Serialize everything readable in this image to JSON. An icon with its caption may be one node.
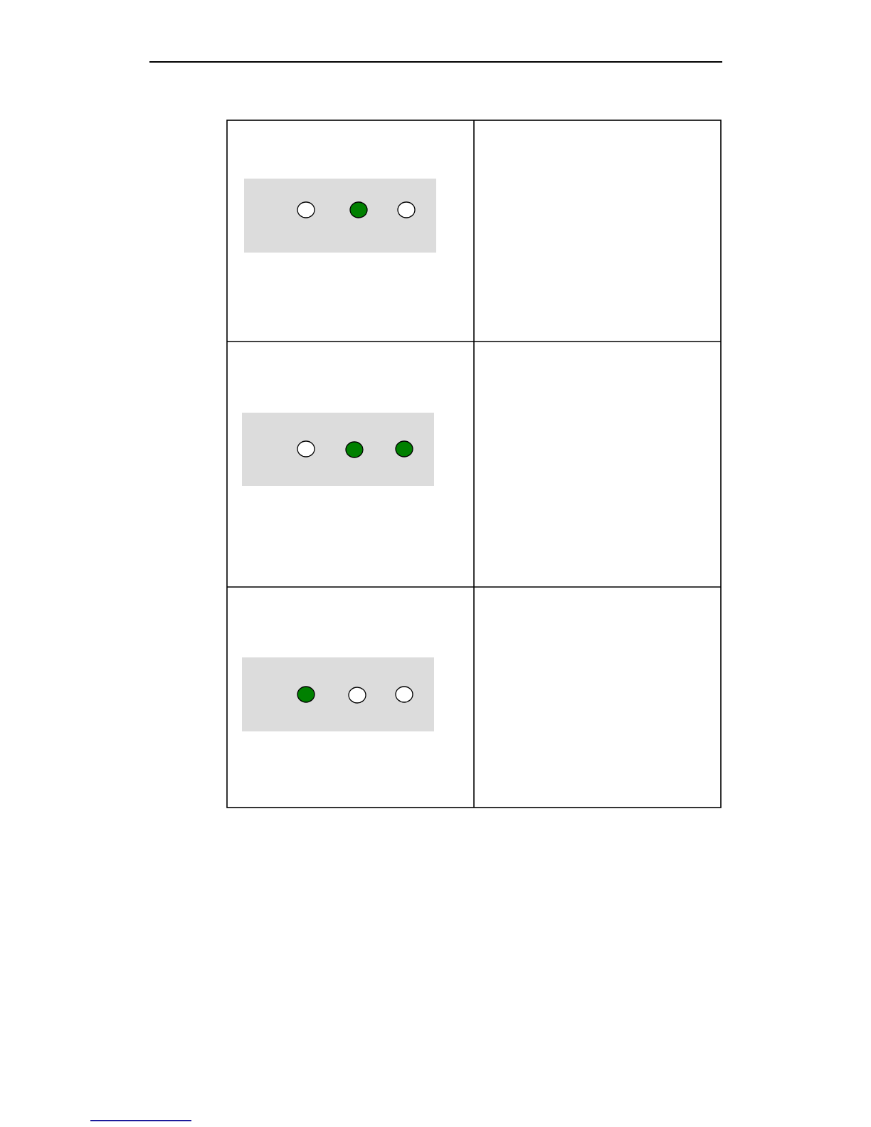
{
  "diagram": {
    "nodes": [
      {
        "text": [],
        "shape": "box"
      },
      {
        "text": [],
        "shape": "circle",
        "in": 0
      },
      {
        "text": [],
        "shape": "circle",
        "in": 0
      },
      {
        "text": [],
        "shape": "circle",
        "in": 0
      },
      {
        "text": [],
        "shape": "box"
      },
      {
        "text": [],
        "shape": "circle",
        "in": 4
      },
      {
        "text": [],
        "shape": "circle",
        "in": 4
      },
      {
        "text": [],
        "shape": "circle",
        "in": 4
      },
      {
        "text": [],
        "shape": "box"
      },
      {
        "text": [],
        "shape": "circle",
        "in": 8
      },
      {
        "text": [],
        "shape": "circle",
        "in": 8
      },
      {
        "text": [],
        "shape": "circle",
        "in": 8
      }
    ]
  }
}
